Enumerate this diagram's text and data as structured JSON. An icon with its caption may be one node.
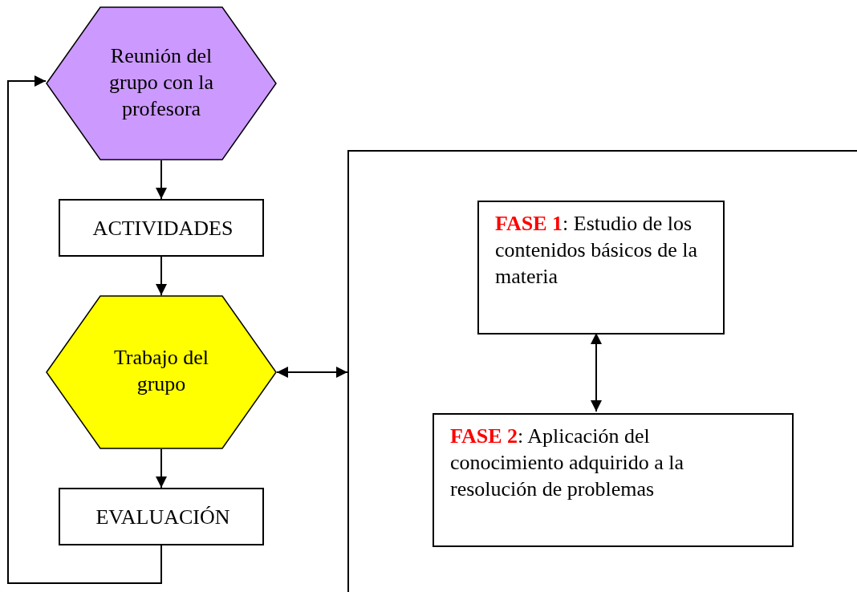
{
  "diagram": {
    "nodes": [
      {
        "text": [
          "Reunión del grupo con la profesora"
        ]
      },
      {
        "text": [
          "ACTIVIDADES"
        ]
      },
      {
        "text": [
          "Trabajo del grupo"
        ]
      },
      {
        "text": [
          "EVALUACIÓN"
        ]
      },
      {
        "text": [],
        "shape": "box"
      },
      {
        "text": [
          "**FASE 1**: Estudio de los contenidos básicos de la materia"
        ],
        "in": 4
      },
      {
        "text": [
          "**FASE 2**: Aplicación del conocimiento adquirido a la resolución de problemas"
        ],
        "in": 4
      }
    ],
    "edges": [
      {
        "from": 0,
        "to": 1,
        "arrow": "to"
      },
      {
        "from": 1,
        "to": 2,
        "arrow": "to"
      },
      {
        "from": 2,
        "to": 3,
        "arrow": "to"
      },
      {
        "from": 3,
        "to": 0,
        "arrow": "to"
      },
      {
        "from": 2,
        "to": 4,
        "arrow": "both"
      },
      {
        "from": 5,
        "to": 6,
        "arrow": "both"
      }
    ]
  }
}
